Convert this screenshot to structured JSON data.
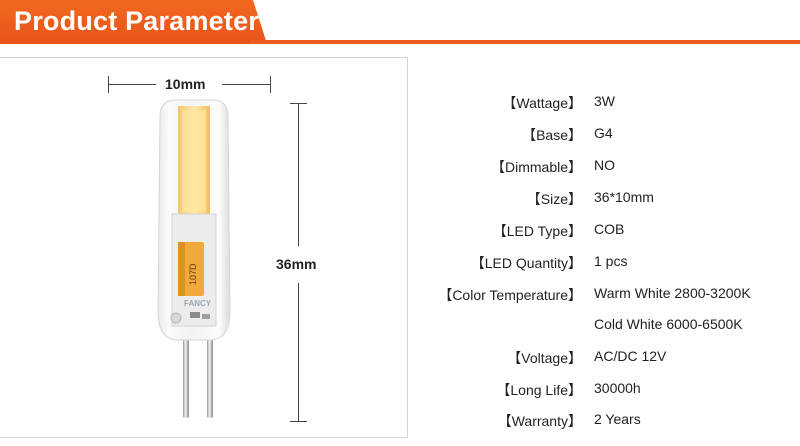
{
  "header": {
    "title": "Product Parameter",
    "accent_color": "#ec5a1c"
  },
  "product_image": {
    "width_label": "10mm",
    "height_label": "36mm",
    "chip_text": "107D",
    "brand_text": "FANCY"
  },
  "specs": [
    {
      "label": "Wattage",
      "value": "3W"
    },
    {
      "label": "Base",
      "value": "G4"
    },
    {
      "label": "Dimmable",
      "value": "NO"
    },
    {
      "label": "Size",
      "value": "36*10mm"
    },
    {
      "label": "LED Type",
      "value": "COB"
    },
    {
      "label": "LED Quantity",
      "value": "1 pcs"
    },
    {
      "label": "Color Temperature",
      "value": "Warm White 2800-3200K"
    },
    {
      "label": "",
      "value": "Cold White 6000-6500K"
    },
    {
      "label": "Voltage",
      "value": "AC/DC 12V"
    },
    {
      "label": "Long Life",
      "value": "30000h"
    },
    {
      "label": "Warranty",
      "value": "2 Years"
    }
  ]
}
